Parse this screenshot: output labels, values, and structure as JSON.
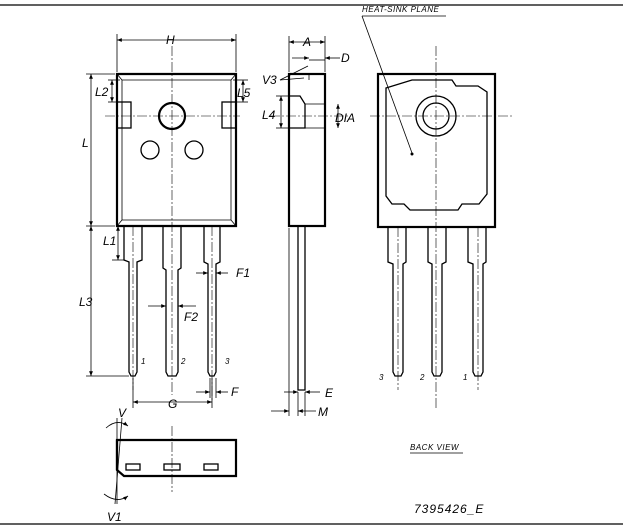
{
  "labels": {
    "H": "H",
    "A": "A",
    "D": "D",
    "V3": "V3",
    "L2": "L2",
    "L5": "L5",
    "L4": "L4",
    "DIA": "DIA",
    "L": "L",
    "L1": "L1",
    "F1": "F1",
    "L3": "L3",
    "F2": "F2",
    "G": "G",
    "F": "F",
    "E": "E",
    "M": "M",
    "V": "V",
    "V1": "V1"
  },
  "pins_front": [
    "1",
    "2",
    "3"
  ],
  "pins_back": [
    "3",
    "2",
    "1"
  ],
  "heat_sink_plane": "HEAT-SINK PLANE",
  "back_view": "BACK VIEW",
  "drawing_code": "7395426_E"
}
